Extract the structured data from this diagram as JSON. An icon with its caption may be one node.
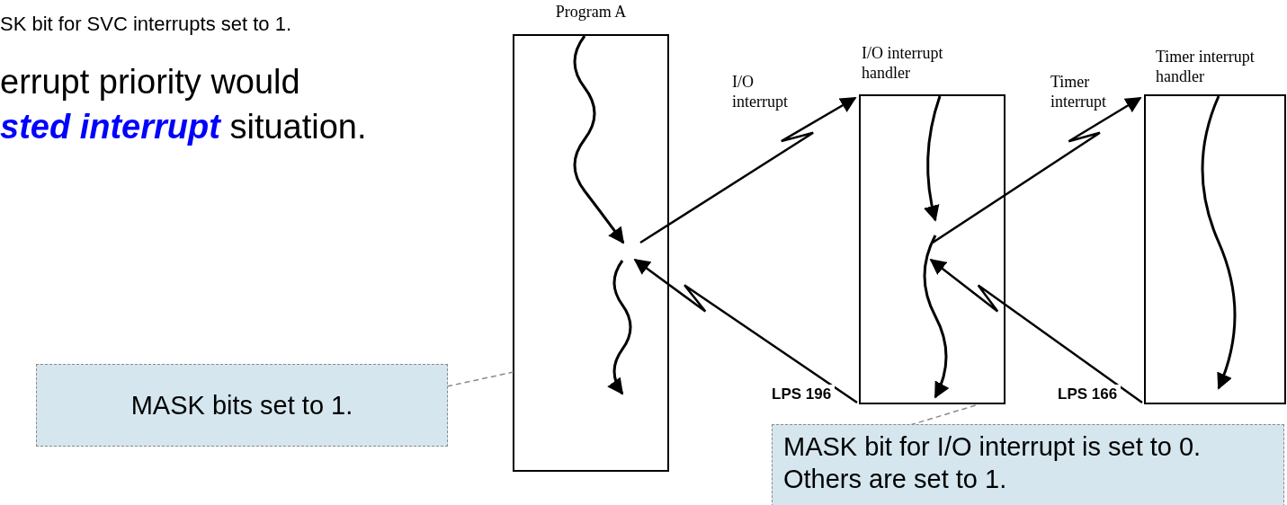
{
  "diagram": {
    "nodes": [
      {
        "text": [
          "Program A"
        ]
      },
      {
        "text": [
          "I/O interrupt handler"
        ]
      },
      {
        "text": [
          "Timer interrupt handler"
        ]
      },
      {
        "text": [
          "MASK bits set to 1."
        ]
      },
      {
        "text": [
          "MASK bit for I/O interrupt is set to 0. Others are set to 1."
        ]
      }
    ],
    "edges": [
      {
        "from": 0,
        "to": 1,
        "arrow": "to",
        "label": "I/O interrupt"
      },
      {
        "from": 1,
        "to": 0,
        "arrow": "to",
        "label": "LPS 196"
      },
      {
        "from": 1,
        "to": 2,
        "arrow": "to",
        "label": "Timer interrupt"
      },
      {
        "from": 2,
        "to": 1,
        "arrow": "to",
        "label": "LPS 166"
      },
      {
        "from": 3,
        "to": 0,
        "arrow": "none",
        "style": "dashed",
        "color": "#8a8a8a"
      },
      {
        "from": 4,
        "to": 1,
        "arrow": "none",
        "style": "dashed",
        "color": "#8a8a8a"
      }
    ],
    "labels": [
      "SK bit for SVC interrupts set to 1.",
      "errupt priority would",
      "**sted interrupt** situation."
    ]
  }
}
